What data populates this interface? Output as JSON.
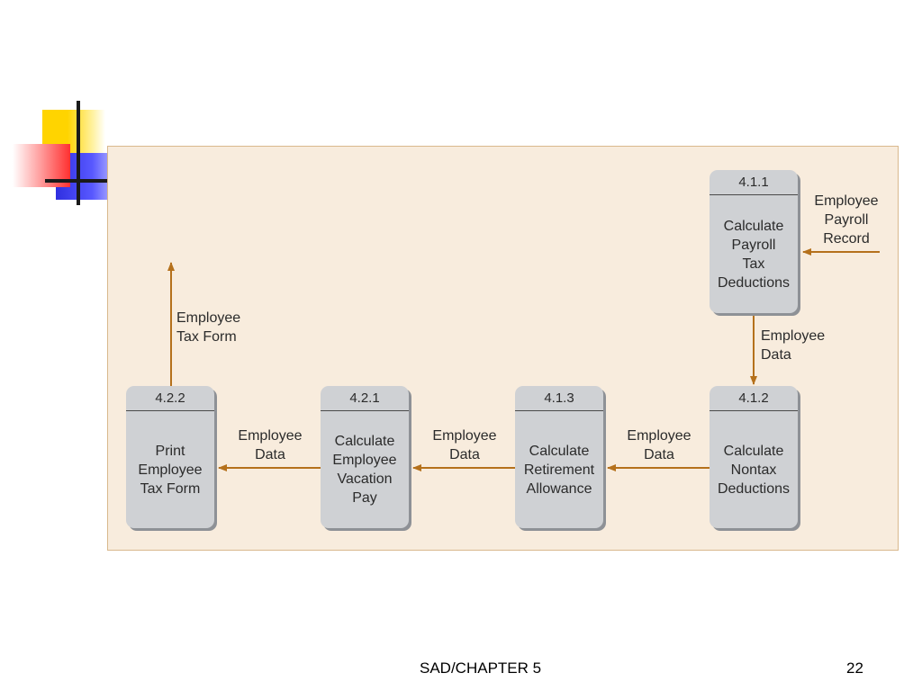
{
  "processes": [
    {
      "id": "4.1.1",
      "name": "Calculate\nPayroll\nTax\nDeductions"
    },
    {
      "id": "4.1.2",
      "name": "Calculate\nNontax\nDeductions"
    },
    {
      "id": "4.1.3",
      "name": "Calculate\nRetirement\nAllowance"
    },
    {
      "id": "4.2.1",
      "name": "Calculate\nEmployee\nVacation\nPay"
    },
    {
      "id": "4.2.2",
      "name": "Print\nEmployee\nTax Form"
    }
  ],
  "flows": [
    {
      "label": "Employee\nPayroll\nRecord"
    },
    {
      "label": "Employee\nData"
    },
    {
      "label": "Employee\nData"
    },
    {
      "label": "Employee\nData"
    },
    {
      "label": "Employee\nData"
    },
    {
      "label": "Employee\nTax Form"
    }
  ],
  "footer": {
    "title": "SAD/CHAPTER 5",
    "page": "22"
  },
  "colors": {
    "flow_arrow": "#b5711c",
    "panel": "#f8ecdd",
    "process_fill": "#cfd1d4"
  }
}
